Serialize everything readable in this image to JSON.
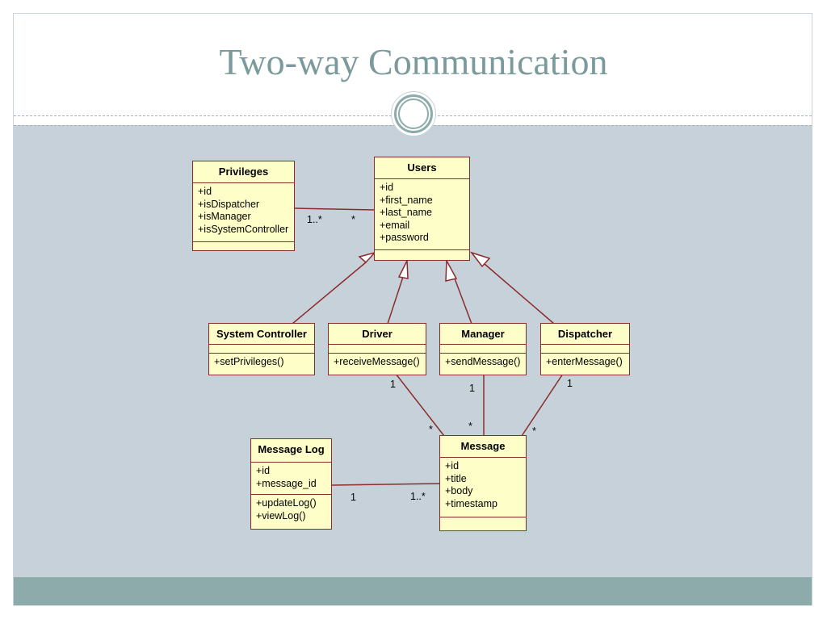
{
  "slide": {
    "title": "Two-way Communication"
  },
  "diagram": {
    "classes": {
      "privileges": {
        "name": "Privileges",
        "attributes": [
          "+id",
          "+isDispatcher",
          "+isManager",
          "+isSystemController"
        ],
        "operations": []
      },
      "users": {
        "name": "Users",
        "attributes": [
          "+id",
          "+first_name",
          "+last_name",
          "+email",
          "+password"
        ],
        "operations": []
      },
      "system_controller": {
        "name": "System Controller",
        "attributes": [],
        "operations": [
          "+setPrivileges()"
        ]
      },
      "driver": {
        "name": "Driver",
        "attributes": [],
        "operations": [
          "+receiveMessage()"
        ]
      },
      "manager": {
        "name": "Manager",
        "attributes": [],
        "operations": [
          "+sendMessage()"
        ]
      },
      "dispatcher": {
        "name": "Dispatcher",
        "attributes": [],
        "operations": [
          "+enterMessage()"
        ]
      },
      "message_log": {
        "name": "Message Log",
        "attributes": [
          "+id",
          "+message_id"
        ],
        "operations": [
          "+updateLog()",
          "+viewLog()"
        ]
      },
      "message": {
        "name": "Message",
        "attributes": [
          "+id",
          "+title",
          "+body",
          "+timestamp"
        ],
        "operations": []
      }
    },
    "multiplicities": {
      "privileges_users_privileges_end": "1..*",
      "privileges_users_users_end": "*",
      "driver_message_driver_end": "1",
      "driver_message_message_end": "*",
      "manager_message_manager_end": "1",
      "manager_message_message_end": "*",
      "dispatcher_message_dispatcher_end": "1",
      "dispatcher_message_message_end": "*",
      "log_message_log_end": "1",
      "log_message_message_end": "1..*"
    },
    "relationships": [
      {
        "type": "association",
        "from": "Privileges",
        "to": "Users"
      },
      {
        "type": "generalization",
        "from": "System Controller",
        "to": "Users"
      },
      {
        "type": "generalization",
        "from": "Driver",
        "to": "Users"
      },
      {
        "type": "generalization",
        "from": "Manager",
        "to": "Users"
      },
      {
        "type": "generalization",
        "from": "Dispatcher",
        "to": "Users"
      },
      {
        "type": "association",
        "from": "Driver",
        "to": "Message"
      },
      {
        "type": "association",
        "from": "Manager",
        "to": "Message"
      },
      {
        "type": "association",
        "from": "Dispatcher",
        "to": "Message"
      },
      {
        "type": "association",
        "from": "Message Log",
        "to": "Message"
      }
    ],
    "colors": {
      "class_fill": "#fefec8",
      "class_border": "#8b2c2c",
      "background": "#c6d1d9",
      "accent": "#8eabab",
      "title": "#7a9a9c"
    }
  }
}
